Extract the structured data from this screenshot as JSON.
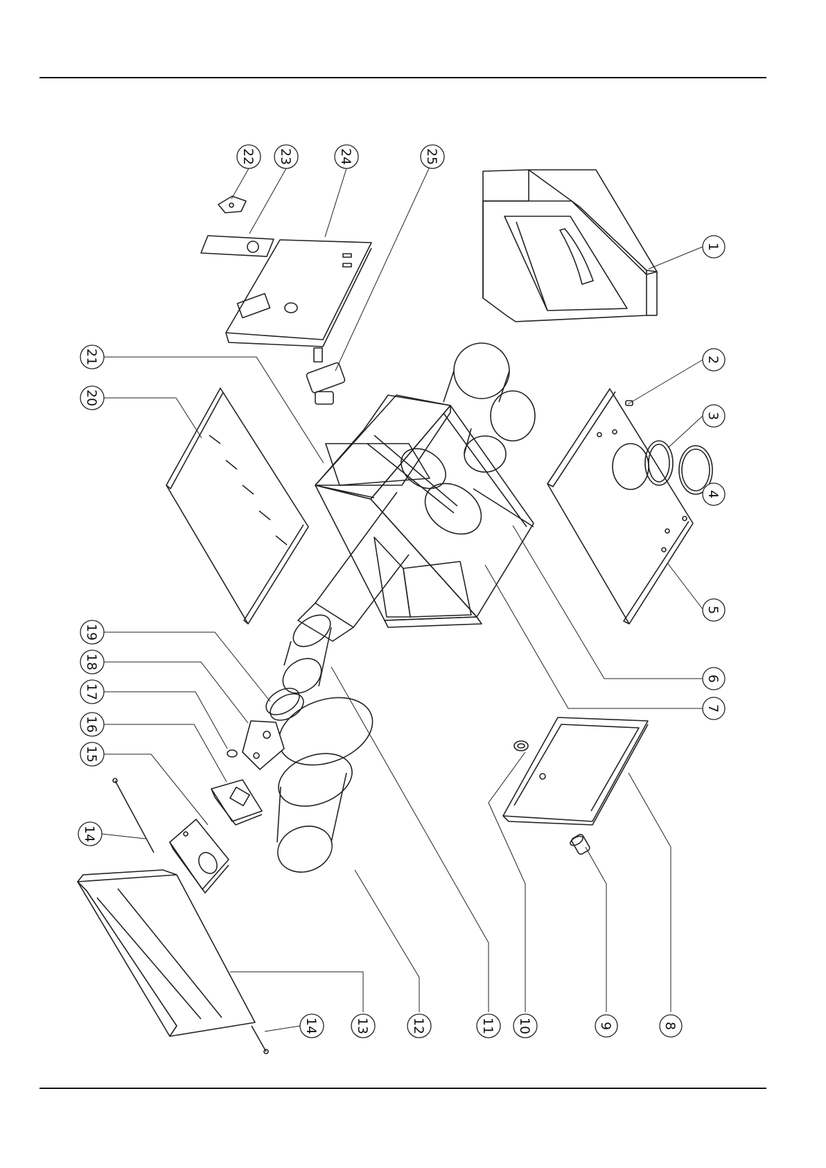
{
  "diagram": {
    "callouts": [
      {
        "id": "c1",
        "label": "1"
      },
      {
        "id": "c2",
        "label": "2"
      },
      {
        "id": "c3",
        "label": "3"
      },
      {
        "id": "c4",
        "label": "4"
      },
      {
        "id": "c5",
        "label": "5"
      },
      {
        "id": "c6",
        "label": "6"
      },
      {
        "id": "c7",
        "label": "7"
      },
      {
        "id": "c8",
        "label": "8"
      },
      {
        "id": "c9",
        "label": "9"
      },
      {
        "id": "c10",
        "label": "10"
      },
      {
        "id": "c11",
        "label": "11"
      },
      {
        "id": "c12",
        "label": "12"
      },
      {
        "id": "c13",
        "label": "13"
      },
      {
        "id": "c14a",
        "label": "14"
      },
      {
        "id": "c14b",
        "label": "14"
      },
      {
        "id": "c15",
        "label": "15"
      },
      {
        "id": "c16",
        "label": "16"
      },
      {
        "id": "c17",
        "label": "17"
      },
      {
        "id": "c18",
        "label": "18"
      },
      {
        "id": "c19",
        "label": "19"
      },
      {
        "id": "c20",
        "label": "20"
      },
      {
        "id": "c21",
        "label": "21"
      },
      {
        "id": "c22",
        "label": "22"
      },
      {
        "id": "c23",
        "label": "23"
      },
      {
        "id": "c24",
        "label": "24"
      },
      {
        "id": "c25",
        "label": "25"
      }
    ]
  }
}
